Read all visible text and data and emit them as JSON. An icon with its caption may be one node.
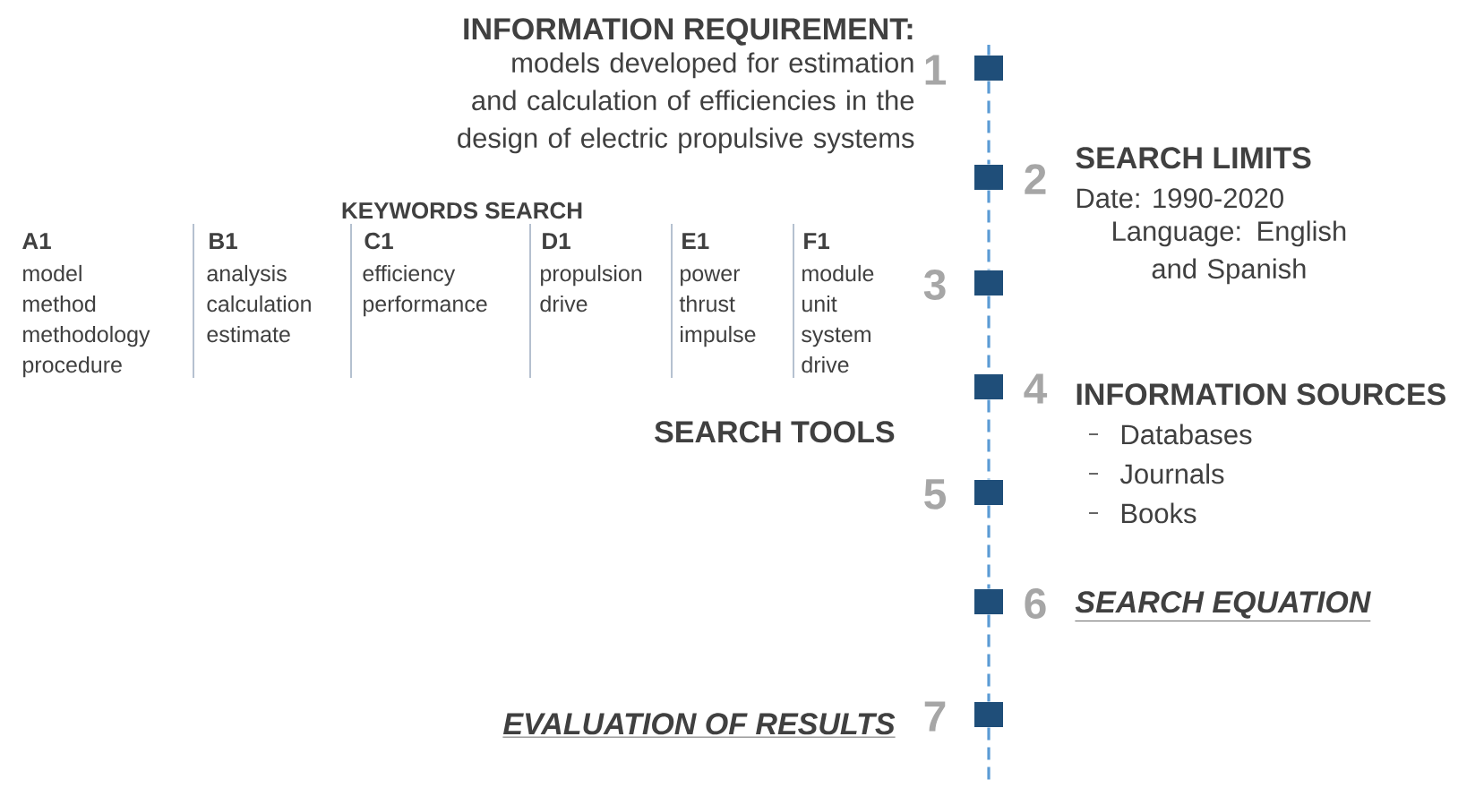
{
  "diagram": {
    "nodes": [
      {
        "text": [],
        "shape": "box",
        "beside": [
          "1"
        ]
      },
      {
        "text": [],
        "shape": "box",
        "beside": [
          "2"
        ]
      },
      {
        "text": [],
        "shape": "box",
        "beside": [
          "3"
        ]
      },
      {
        "text": [],
        "shape": "box",
        "beside": [
          "4"
        ]
      },
      {
        "text": [],
        "shape": "box",
        "beside": [
          "5"
        ]
      },
      {
        "text": [],
        "shape": "box",
        "beside": [
          "6"
        ]
      },
      {
        "text": [],
        "shape": "box",
        "beside": [
          "7"
        ]
      }
    ],
    "edges": [
      {
        "from": null,
        "to": 0,
        "arrow": "none",
        "style": "dashed"
      },
      {
        "from": 0,
        "to": 1,
        "arrow": "none",
        "style": "dashed"
      },
      {
        "from": 1,
        "to": 2,
        "arrow": "none",
        "style": "dashed"
      },
      {
        "from": 2,
        "to": 3,
        "arrow": "none",
        "style": "dashed"
      },
      {
        "from": 3,
        "to": 4,
        "arrow": "none",
        "style": "dashed"
      },
      {
        "from": 4,
        "to": 5,
        "arrow": "none",
        "style": "dashed"
      },
      {
        "from": 5,
        "to": 6,
        "arrow": "none",
        "style": "dashed"
      },
      {
        "from": 6,
        "to": null,
        "arrow": "none",
        "style": "dashed"
      }
    ],
    "labels": [
      "INFORMATION REQUIREMENT:",
      "models developed for estimation and calculation of efficiencies in the design of electric propulsive systems",
      "SEARCH LIMITS",
      "Date: 1990-2020",
      "Language: English and Spanish",
      "KEYWORDS SEARCH",
      "A1",
      "B1",
      "C1",
      "D1",
      "E1",
      "F1",
      "model",
      "analysis",
      "efficiency",
      "propulsion",
      "power",
      "module",
      "method",
      "calculation",
      "performance",
      "drive",
      "thrust",
      "unit",
      "methodology",
      "estimate",
      "impulse",
      "system",
      "procedure",
      "drive",
      "INFORMATION SOURCES",
      "Databases",
      "Journals",
      "Books",
      "SEARCH TOOLS",
      "SEARCH EQUATION",
      "EVALUATION OF RESULTS"
    ]
  }
}
